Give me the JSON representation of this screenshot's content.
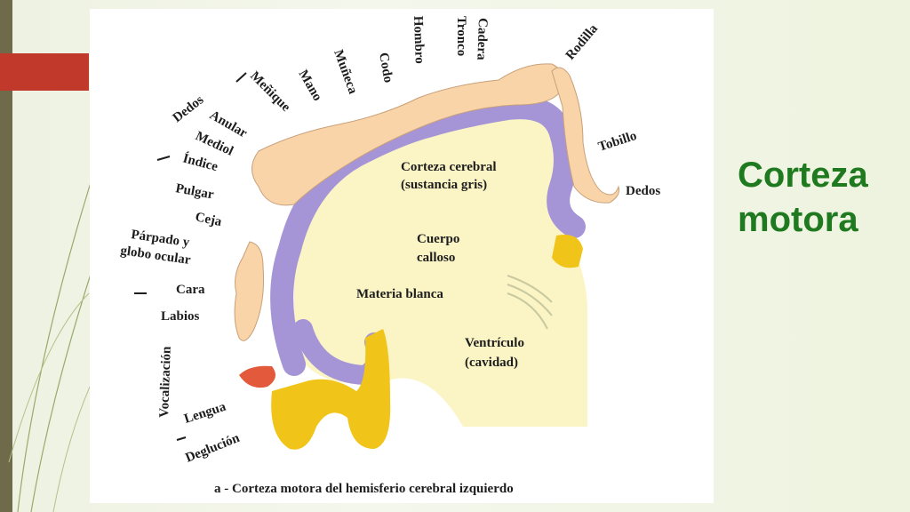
{
  "slide": {
    "title_line1": "Corteza",
    "title_line2": "motora",
    "accent_color": "#c0392b",
    "title_color": "#1f7a1f"
  },
  "figure": {
    "caption": "a - Corteza motora del hemisferio cerebral izquierdo",
    "body_labels": {
      "dedos_hand": "Dedos",
      "anular": "Anular",
      "mediol": "Mediol",
      "indice": "Índice",
      "pulgar": "Pulgar",
      "menique": "Meñique",
      "mano": "Mano",
      "muneca": "Muñeca",
      "codo": "Codo",
      "hombro": "Hombro",
      "tronco": "Tronco",
      "cadera": "Cadera",
      "rodilla": "Rodilla",
      "tobillo": "Tobillo",
      "dedos_foot": "Dedos",
      "ceja": "Ceja",
      "parpado": "Párpado y",
      "globo": "globo ocular",
      "cara": "Cara",
      "labios": "Labios",
      "vocalizacion": "Vocalización",
      "lengua": "Lengua",
      "deglucion": "Deglución"
    },
    "region_labels": {
      "corteza1": "Corteza cerebral",
      "corteza2": "(sustancia gris)",
      "cuerpo1": "Cuerpo",
      "cuerpo2": "calloso",
      "materia": "Materia blanca",
      "ventriculo1": "Ventrículo",
      "ventriculo2": "(cavidad)"
    },
    "colors": {
      "gray_matter": "#a595d6",
      "white_matter": "#fbf5c6",
      "callosum": "#f0c419",
      "skin": "#f8d4a8",
      "tongue": "#e2593b"
    }
  }
}
